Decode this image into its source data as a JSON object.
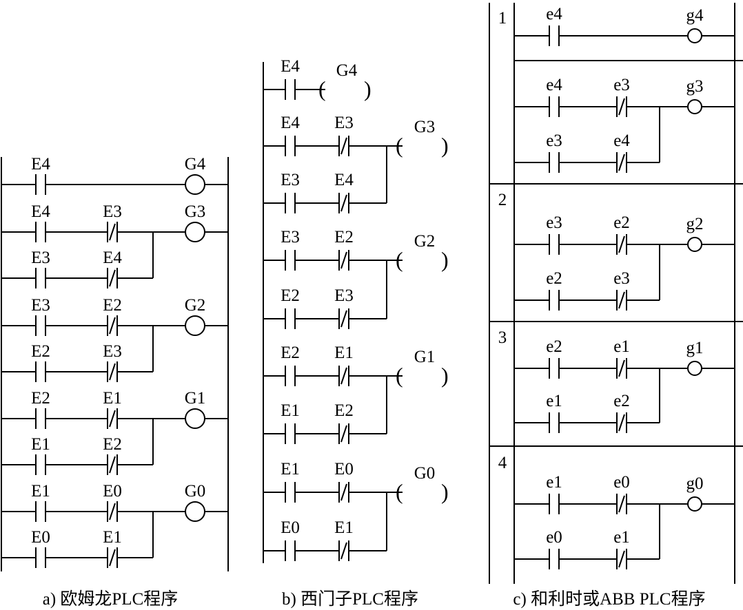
{
  "panels": [
    {
      "id": "a",
      "caption": "a) 欧姆龙PLC程序",
      "coil_style": "circle",
      "rungs": [
        {
          "contacts": [
            {
              "label": "E4",
              "type": "NO"
            }
          ],
          "coil": "G4"
        },
        {
          "contacts": [
            {
              "label": "E4",
              "type": "NO"
            },
            {
              "label": "E3",
              "type": "NC"
            }
          ],
          "coil": "G3",
          "branch": [
            {
              "label": "E3",
              "type": "NO"
            },
            {
              "label": "E4",
              "type": "NC"
            }
          ]
        },
        {
          "contacts": [
            {
              "label": "E3",
              "type": "NO"
            },
            {
              "label": "E2",
              "type": "NC"
            }
          ],
          "coil": "G2",
          "branch": [
            {
              "label": "E2",
              "type": "NO"
            },
            {
              "label": "E3",
              "type": "NC"
            }
          ]
        },
        {
          "contacts": [
            {
              "label": "E2",
              "type": "NO"
            },
            {
              "label": "E1",
              "type": "NC"
            }
          ],
          "coil": "G1",
          "branch": [
            {
              "label": "E1",
              "type": "NO"
            },
            {
              "label": "E2",
              "type": "NC"
            }
          ]
        },
        {
          "contacts": [
            {
              "label": "E1",
              "type": "NO"
            },
            {
              "label": "E0",
              "type": "NC"
            }
          ],
          "coil": "G0",
          "branch": [
            {
              "label": "E0",
              "type": "NO"
            },
            {
              "label": "E1",
              "type": "NC"
            }
          ]
        }
      ]
    },
    {
      "id": "b",
      "caption": "b) 西门子PLC程序",
      "coil_style": "parens",
      "rungs": [
        {
          "contacts": [
            {
              "label": "E4",
              "type": "NO"
            }
          ],
          "coil": "G4"
        },
        {
          "contacts": [
            {
              "label": "E4",
              "type": "NO"
            },
            {
              "label": "E3",
              "type": "NC"
            }
          ],
          "coil": "G3",
          "branch": [
            {
              "label": "E3",
              "type": "NO"
            },
            {
              "label": "E4",
              "type": "NC"
            }
          ]
        },
        {
          "contacts": [
            {
              "label": "E3",
              "type": "NO"
            },
            {
              "label": "E2",
              "type": "NC"
            }
          ],
          "coil": "G2",
          "branch": [
            {
              "label": "E2",
              "type": "NO"
            },
            {
              "label": "E3",
              "type": "NC"
            }
          ]
        },
        {
          "contacts": [
            {
              "label": "E2",
              "type": "NO"
            },
            {
              "label": "E1",
              "type": "NC"
            }
          ],
          "coil": "G1",
          "branch": [
            {
              "label": "E1",
              "type": "NO"
            },
            {
              "label": "E2",
              "type": "NC"
            }
          ]
        },
        {
          "contacts": [
            {
              "label": "E1",
              "type": "NO"
            },
            {
              "label": "E0",
              "type": "NC"
            }
          ],
          "coil": "G0",
          "branch": [
            {
              "label": "E0",
              "type": "NO"
            },
            {
              "label": "E1",
              "type": "NC"
            }
          ]
        }
      ]
    },
    {
      "id": "c",
      "caption": "c) 和利时或ABB PLC程序",
      "coil_style": "small-circle",
      "rungs": [
        {
          "section": "1",
          "contacts": [
            {
              "label": "e4",
              "type": "NO"
            }
          ],
          "coil": "g4"
        },
        {
          "contacts": [
            {
              "label": "e4",
              "type": "NO"
            },
            {
              "label": "e3",
              "type": "NC"
            }
          ],
          "coil": "g3",
          "branch": [
            {
              "label": "e3",
              "type": "NO"
            },
            {
              "label": "e4",
              "type": "NC"
            }
          ]
        },
        {
          "section": "2",
          "contacts": [
            {
              "label": "e3",
              "type": "NO"
            },
            {
              "label": "e2",
              "type": "NC"
            }
          ],
          "coil": "g2",
          "branch": [
            {
              "label": "e2",
              "type": "NO"
            },
            {
              "label": "e3",
              "type": "NC"
            }
          ]
        },
        {
          "section": "3",
          "contacts": [
            {
              "label": "e2",
              "type": "NO"
            },
            {
              "label": "e1",
              "type": "NC"
            }
          ],
          "coil": "g1",
          "branch": [
            {
              "label": "e1",
              "type": "NO"
            },
            {
              "label": "e2",
              "type": "NC"
            }
          ]
        },
        {
          "section": "4",
          "contacts": [
            {
              "label": "e1",
              "type": "NO"
            },
            {
              "label": "e0",
              "type": "NC"
            }
          ],
          "coil": "g0",
          "branch": [
            {
              "label": "e0",
              "type": "NO"
            },
            {
              "label": "e1",
              "type": "NC"
            }
          ]
        }
      ]
    }
  ]
}
